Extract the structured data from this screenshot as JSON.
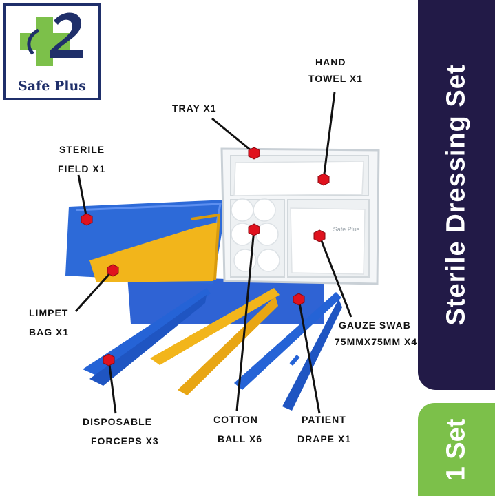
{
  "brand": {
    "name": "Safe Plus",
    "colors": {
      "navy": "#1f2f6a",
      "green": "#7cc04a"
    }
  },
  "banner": {
    "title": "Sterile Dressing Set",
    "background": "#221a47"
  },
  "quantity_badge": {
    "text": "1 Set",
    "background": "#7cc04a"
  },
  "tray_watermark": "Safe Plus",
  "callouts": {
    "hand_towel": {
      "line1": "HAND",
      "line2": "TOWEL X1"
    },
    "tray": {
      "line1": "TRAY X1"
    },
    "sterile_field": {
      "line1": "STERILE",
      "line2": "FIELD X1"
    },
    "limpet_bag": {
      "line1": "LIMPET",
      "line2": "BAG X1"
    },
    "gauze_swab": {
      "line1": "GAUZE SWAB",
      "line2": "75MMX75MM X4"
    },
    "disposable_forceps": {
      "line1": "DISPOSABLE",
      "line2": "FORCEPS X3"
    },
    "cotton_ball": {
      "line1": "COTTON",
      "line2": "BALL X6"
    },
    "patient_drape": {
      "line1": "PATIENT",
      "line2": "DRAPE X1"
    }
  },
  "marker_color": "#e0121e"
}
